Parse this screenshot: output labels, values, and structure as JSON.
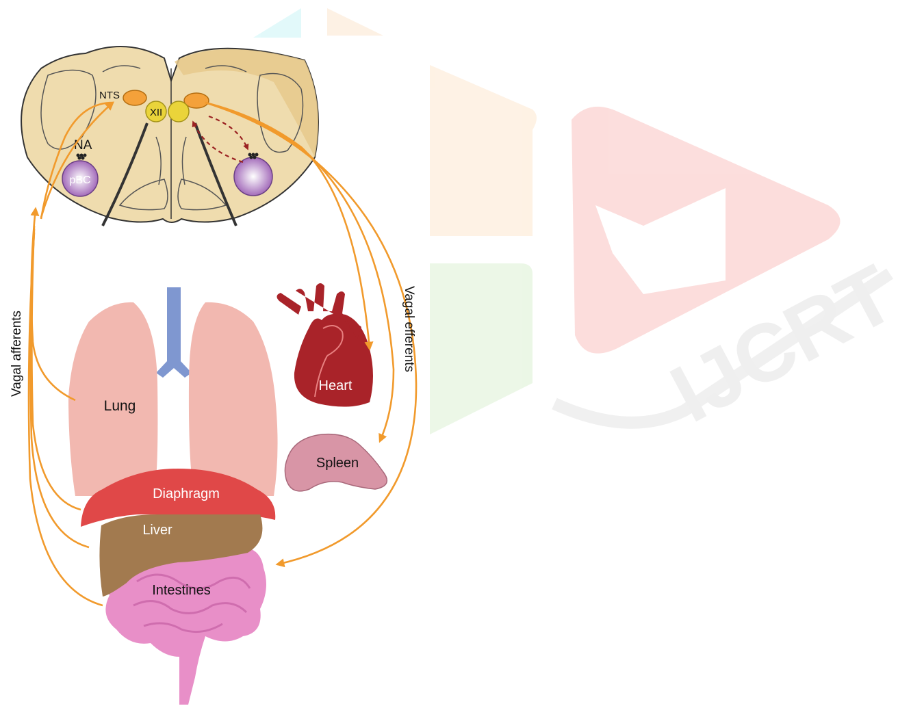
{
  "labels": {
    "nts": "NTS",
    "xii": "XII",
    "na": "NA",
    "pbc": "pBC",
    "vagal_afferents": "Vagal afferents",
    "vagal_efferents": "Vagal efferents",
    "heart": "Heart",
    "lung": "Lung",
    "spleen": "Spleen",
    "diaphragm": "Diaphragm",
    "liver": "Liver",
    "intestines": "Intestines"
  },
  "watermark": {
    "text": "IJCRT"
  },
  "colors": {
    "brainstem": "#efdcae",
    "nts_nucleus": "#f4a13a",
    "xii_nucleus": "#ead43a",
    "pbc_nucleus": "#9a5db3",
    "nerve_arrow": "#f19a2c",
    "lung": "#f2b8b0",
    "trachea": "#7f97d0",
    "heart": "#a92329",
    "spleen": "#d895a6",
    "diaphragm": "#e04848",
    "liver": "#a27a4f",
    "intestines": "#e88fc8"
  }
}
